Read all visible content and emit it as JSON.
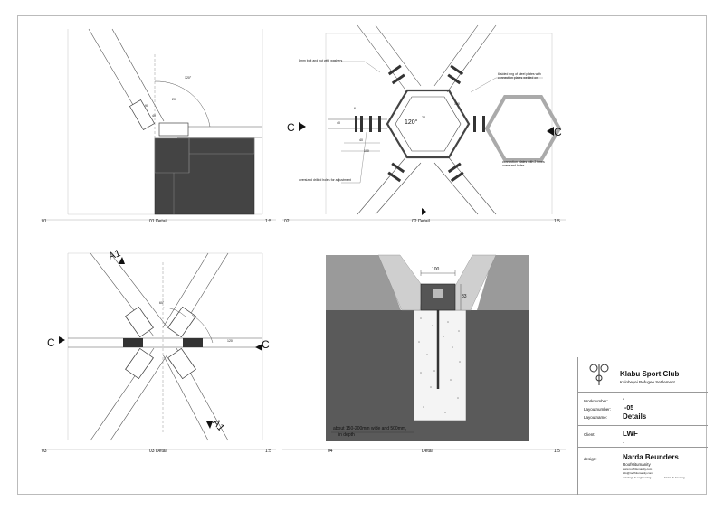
{
  "title_block": {
    "project_title": "Klabu Sport Club",
    "project_subtitle": "Kalobeyei Refugee Settlement",
    "labels": {
      "worknumber": "Worknumber:",
      "layoutnumber": "Layoutnumber:",
      "layoutname": "Layoutname:",
      "client": "Client:",
      "design": "design:"
    },
    "values": {
      "worknumber": "-",
      "layoutnumber": "-05",
      "layoutname": "Details",
      "client": "LWF",
      "client_sub": "-",
      "designer": "Narda Beunders",
      "designer_sub": "RoofHitumanity"
    },
    "contact_lines": [
      "www.roofhitumanity.com",
      "info@roofhitumanity.com"
    ],
    "footer_left": "drawings & engineering",
    "footer_right": "kavia de kooning"
  },
  "drawings": [
    {
      "number": "01",
      "name": "01 Detail",
      "scale": "1:5",
      "annotations": [
        "120°",
        "90",
        "40",
        "20"
      ]
    },
    {
      "number": "02",
      "name": "02 Detail",
      "scale": "1:5",
      "section_marker": "C",
      "center_angle": "120°",
      "center_dim": "22",
      "notes": [
        "8mm bolt and nut with washers",
        "6 sided ring of steel plates with connection plates welded on",
        "connection plates with 2 times oversized holes",
        "oversized drilled holes for adjustment"
      ],
      "dims": [
        "40",
        "100",
        "6",
        "40",
        "100"
      ]
    },
    {
      "number": "03",
      "name": "03 Detail",
      "scale": "1:5",
      "section_marker": "C",
      "section_marker_a": "A1",
      "angles": [
        "60°",
        "120°"
      ]
    },
    {
      "number": "04",
      "name": "Detail",
      "scale": "1:5",
      "dims": [
        "100",
        "83"
      ],
      "notes": [
        "about 150-200mm wide and 500mm,",
        "in depth"
      ]
    }
  ]
}
